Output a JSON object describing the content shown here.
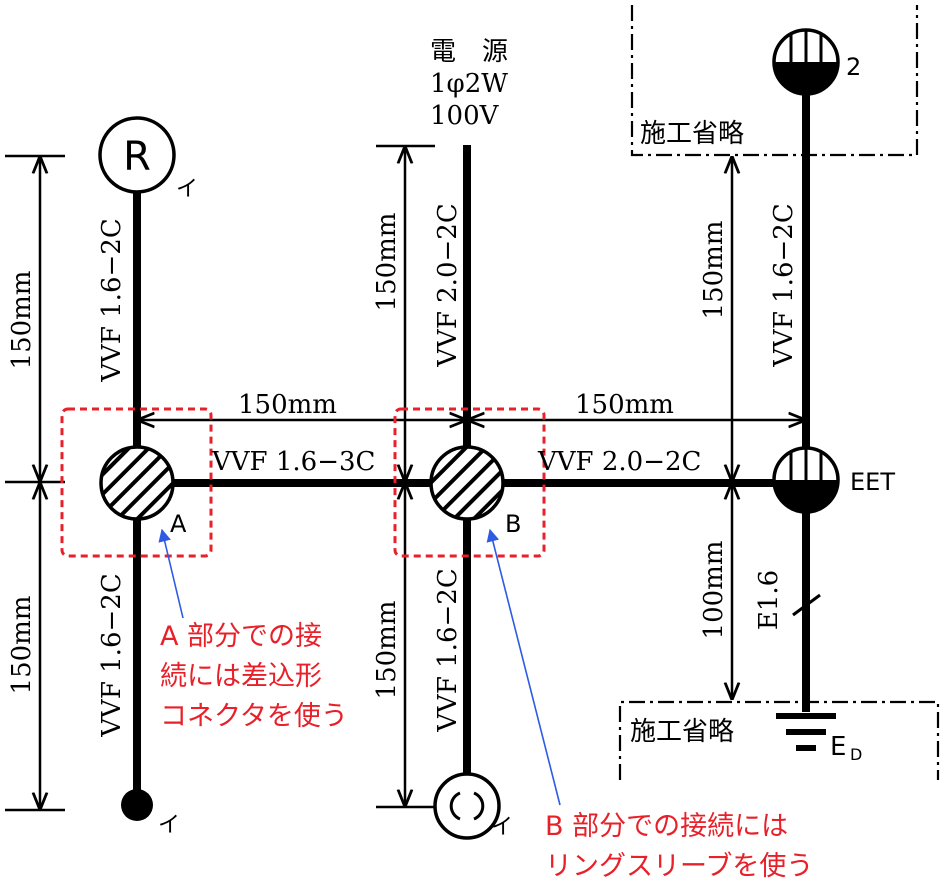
{
  "power": {
    "line1": "電　源",
    "line2": "1φ2W",
    "line3": "100V"
  },
  "dimensions": {
    "d150": "150mm",
    "d100": "100mm"
  },
  "cables": {
    "vvf16_2c": "VVF 1.6−2C",
    "vvf20_2c": "VVF 2.0−2C",
    "vvf16_3c": "VVF 1.6−3C",
    "e16": "E1.6"
  },
  "symbols": {
    "lamp_r": "R",
    "lamp_i": "イ",
    "outlet_2": "2",
    "outlet_eet": "EET",
    "ground_e": "E",
    "ground_sub": "D",
    "box_a": "A",
    "box_b": "B"
  },
  "omitted": "施工省略",
  "notes": {
    "a_line1": "A 部分での接",
    "a_line2": "続には差込形",
    "a_line3": "コネクタを使う",
    "b_line1": "B 部分での接続には",
    "b_line2": "リングスリーブを使う"
  },
  "colors": {
    "note": "#e8202a",
    "pointer": "#2d5be3",
    "wire": "#000000"
  }
}
